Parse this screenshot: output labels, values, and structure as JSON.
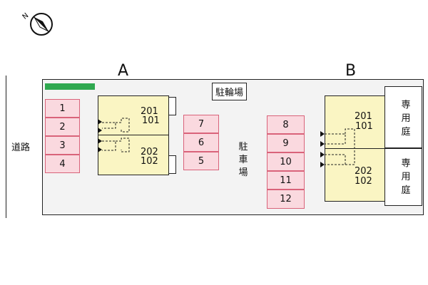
{
  "buildings": [
    {
      "label": "A",
      "upper": [
        "201",
        "101"
      ],
      "lower": [
        "202",
        "102"
      ]
    },
    {
      "label": "B",
      "upper": [
        "201",
        "101"
      ],
      "lower": [
        "202",
        "102"
      ]
    }
  ],
  "road_label": "道路",
  "bicycle_parking_label": "駐輪場",
  "parking_label": "駐\n車\n場",
  "private_garden_label": "専\n用\n庭",
  "parking_spaces": [
    "1",
    "2",
    "3",
    "4",
    "5",
    "6",
    "7",
    "8",
    "9",
    "10",
    "11",
    "12"
  ],
  "colors": {
    "parking_fill": "#fad9df",
    "parking_border": "#d9637a",
    "building_fill": "#faf5c3",
    "green_bar": "#2fa84f",
    "site_fill": "#f3f3f3"
  },
  "icons": {
    "compass": "north-compass-icon"
  }
}
